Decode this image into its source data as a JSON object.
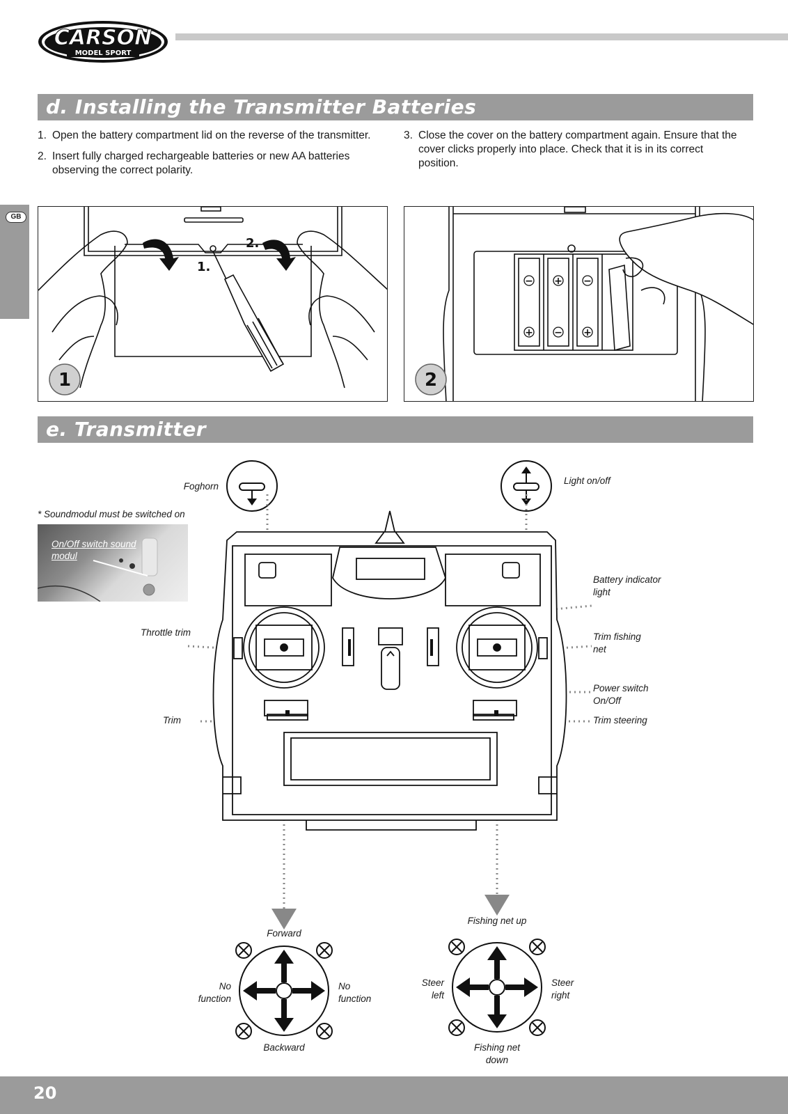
{
  "header": {
    "logo_main": "CARSON",
    "logo_sub": "MODEL SPORT"
  },
  "section_d": {
    "title": "d.  Installing the Transmitter Batteries",
    "steps_left": [
      {
        "num": "1.",
        "text": "Open the battery compartment lid on the reverse of the transmitter."
      },
      {
        "num": "2.",
        "text": "Insert fully charged rechargeable batteries or new AA batteries observing the correct polarity."
      }
    ],
    "steps_right": [
      {
        "num": "3.",
        "text": "Close the cover on the battery compartment again. Ensure that the cover clicks properly into place. Check that it is in its correct position."
      }
    ],
    "figure1": {
      "badge": "1",
      "callout_1": "1.",
      "callout_2": "2."
    },
    "figure2": {
      "badge": "2"
    }
  },
  "side_tab": {
    "language": "GB"
  },
  "section_e": {
    "title": "e. Transmitter",
    "soundmodul_note": "* Soundmodul must be switched on",
    "inset_caption": "On/Off switch sound modul",
    "labels": {
      "foghorn": "Foghorn",
      "light": "Light on/off",
      "battery": "Battery indicator light",
      "throttle_trim": "Throttle trim",
      "trim_fishing_net": "Trim fishing net",
      "power_switch": "Power switch On/Off",
      "trim": "Trim",
      "trim_steering": "Trim steering"
    },
    "left_stick": {
      "up": "Forward",
      "down": "Backward",
      "left": "No function",
      "right": "No function"
    },
    "right_stick": {
      "up": "Fishing net up",
      "down": "Fishing net down",
      "left": "Steer left",
      "right": "Steer right"
    }
  },
  "footer": {
    "page_number": "20"
  }
}
